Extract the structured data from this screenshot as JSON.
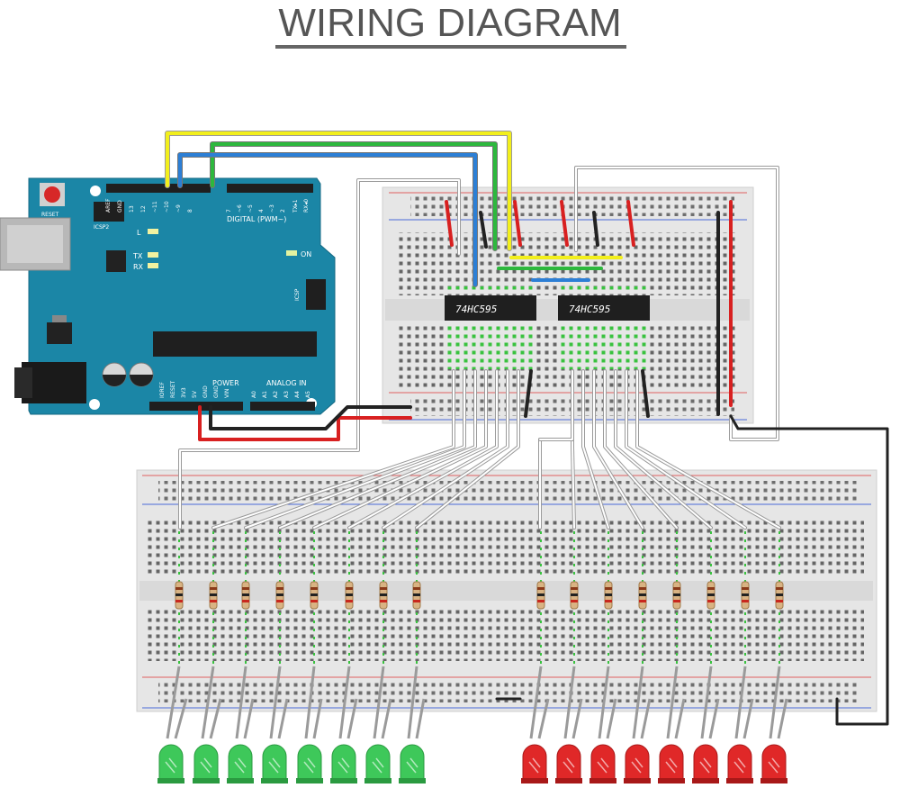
{
  "title": "WIRING DIAGRAM",
  "arduino": {
    "reset_label": "RESET",
    "icsp2_label": "ICSP2",
    "icsp_label": "ICSP",
    "led_l": "L",
    "led_tx": "TX",
    "led_rx": "RX",
    "led_on": "ON",
    "digital_label": "DIGITAL (PWM~)",
    "power_label": "POWER",
    "analog_label": "ANALOG IN",
    "top_pins": [
      "AREF",
      "GND",
      "13",
      "12",
      "~11",
      "~10",
      "~9",
      "8",
      "7",
      "~6",
      "~5",
      "4",
      "~3",
      "2",
      "TX▸1",
      "RX◂0"
    ],
    "bottom_pins": [
      "IOREF",
      "RESET",
      "3V3",
      "5V",
      "GND",
      "GND",
      "VIN",
      "A0",
      "A1",
      "A2",
      "A3",
      "A4",
      "A5"
    ]
  },
  "chips": [
    {
      "label": "74HC595"
    },
    {
      "label": "74HC595"
    }
  ],
  "colors": {
    "arduino": "#1b86a6",
    "wire_yellow": "#f2ef1c",
    "wire_green": "#2db83d",
    "wire_blue": "#2c7fd6",
    "wire_red": "#d82020",
    "wire_black": "#222222",
    "wire_white": "#ffffff",
    "led_green": "#3ec85a",
    "led_red": "#e02828",
    "breadboard": "#e8e8e8"
  },
  "leds": {
    "green_count": 8,
    "red_count": 8
  }
}
